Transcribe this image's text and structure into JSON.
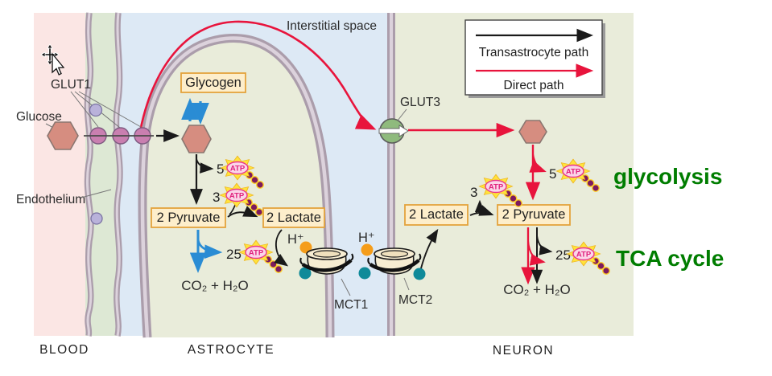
{
  "window": {
    "cursor": "move-cursor-visible"
  },
  "labels": {
    "interstitial_space": "Interstitial space",
    "glucose": "Glucose",
    "endothelium": "Endothelium",
    "glut1": "GLUT1",
    "glut3": "GLUT3",
    "glycogen": "Glycogen",
    "atp": "ATP",
    "h_plus": "H⁺",
    "co2_h2o": "CO₂ + H₂O",
    "mct1": "MCT1",
    "mct2": "MCT2",
    "glycolysis": "glycolysis",
    "tca_cycle": "TCA cycle"
  },
  "legend": {
    "transastrocyte_path": "Transastrocyte path",
    "direct_path": "Direct path"
  },
  "metabolites": {
    "astrocyte_pyruvate": "2 Pyruvate",
    "astrocyte_lactate": "2 Lactate",
    "neuron_lactate": "2 Lactate",
    "neuron_pyruvate": "2 Pyruvate"
  },
  "atp_yields": {
    "astrocyte_glycolysis": "5",
    "astrocyte_glycogenolysis": "3",
    "astrocyte_oxidative": "25",
    "neuron_glycolysis": "5",
    "neuron_lactate_entry": "3",
    "neuron_oxidative": "25"
  },
  "regions": {
    "blood": "BLOOD",
    "astrocyte": "ASTROCYTE",
    "neuron": "NEURON"
  },
  "colors": {
    "blood_bg": "#fbe6e4",
    "endothelium_bg": "#dde8d4",
    "interstitial_bg": "#dde9f5",
    "cell_bg": "#e9ecda",
    "membrane": "#ab9dab",
    "direct_path_red": "#e8143c",
    "transastrocyte_black": "#1a1a1a",
    "glycogen_blue": "#2a8cd4",
    "box_fill": "#fdeecb",
    "box_border": "#e3a33c",
    "hexagon_fill": "#d68d80",
    "proton_orange": "#f59d1a",
    "lactate_teal": "#0f8a99",
    "green_text": "#007d00",
    "atp_pink": "#e0217e",
    "atp_star": "#ffe33c"
  }
}
